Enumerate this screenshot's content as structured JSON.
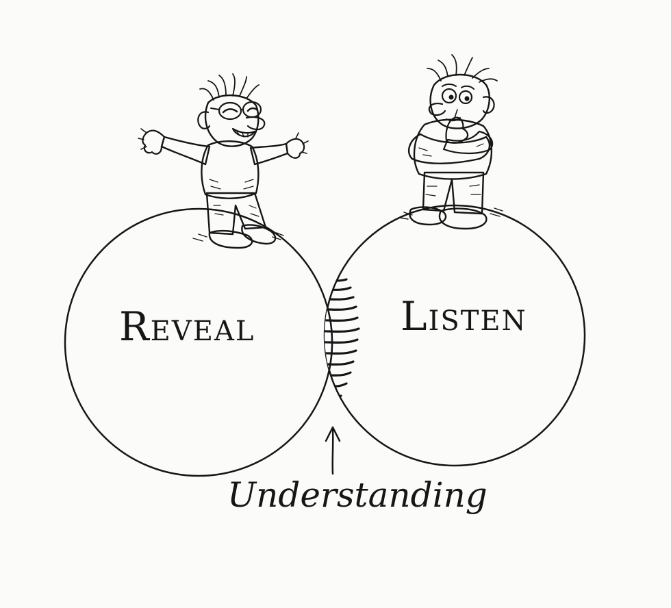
{
  "diagram": {
    "left_circle": {
      "label_initial": "R",
      "label_rest": "EVEAL"
    },
    "right_circle": {
      "label_initial": "L",
      "label_rest": "ISTEN"
    },
    "intersection": {
      "label": "Understanding"
    }
  },
  "colors": {
    "ink": "#161616",
    "paper": "#fbfbfa"
  }
}
